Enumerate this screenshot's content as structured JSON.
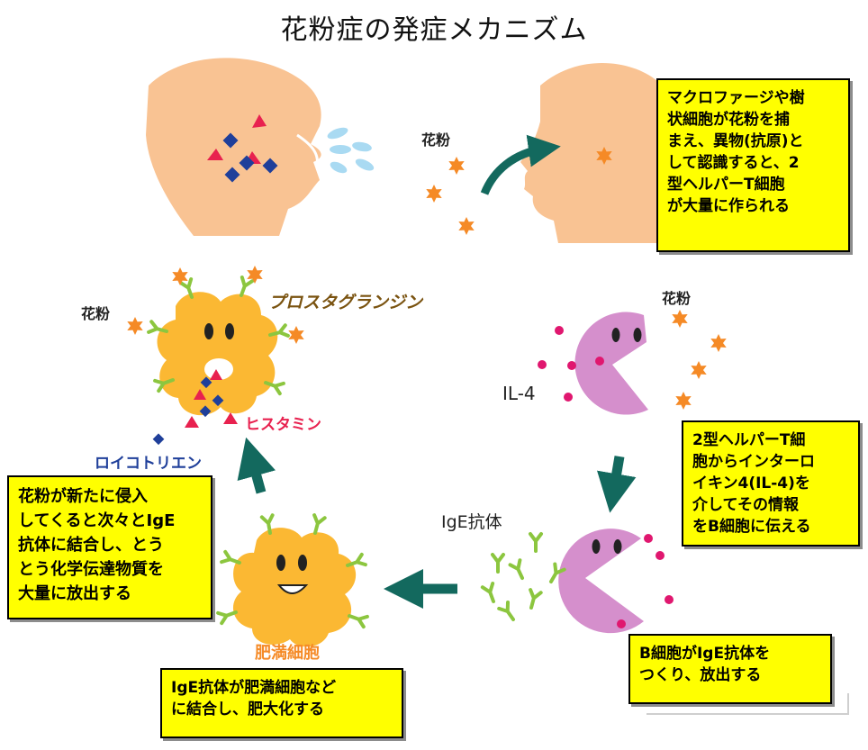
{
  "title": "花粉症の発症メカニズム",
  "labels": {
    "pollen_top": "花粉",
    "pollen_left": "花粉",
    "pollen_right": "花粉",
    "prostaglandin": "プロスタグランジン",
    "histamine": "ヒスタミン",
    "leukotriene": "ロイコトリエン",
    "il4": "IL-4",
    "ige_antibody": "IgE抗体",
    "mast_cell": "肥満細胞"
  },
  "notes": {
    "macrophage": [
      "マクロファージや樹",
      "状細胞が花粉を捕",
      "まえ、異物(抗原)と",
      "して認識すると、2",
      "型ヘルパーT細胞",
      "が大量に作られる"
    ],
    "helper_t": [
      "2型ヘルパーT細",
      "胞からインターロ",
      "イキン4(IL-4)を",
      "介してその情報",
      "をB細胞に伝える"
    ],
    "b_cell": [
      "B細胞がIgE抗体を",
      "つくり、放出する"
    ],
    "ige_binding": [
      "IgE抗体が肥満細胞など",
      "に結合し、肥大化する"
    ],
    "release": [
      "花粉が新たに侵入",
      "してくると次々とIgE",
      "抗体に結合し、とう",
      "とう化学伝達物質を",
      "大量に放出する"
    ]
  },
  "colors": {
    "skin": "#f9c393",
    "pollen": "#f58a26",
    "arrow": "#13695e",
    "mast_cell": "#fbb833",
    "b_cell": "#d58fcc",
    "antibody": "#8cc63f",
    "histamine": "#e8214f",
    "leukotriene": "#1f3f9a",
    "note_bg": "#ffff00"
  }
}
